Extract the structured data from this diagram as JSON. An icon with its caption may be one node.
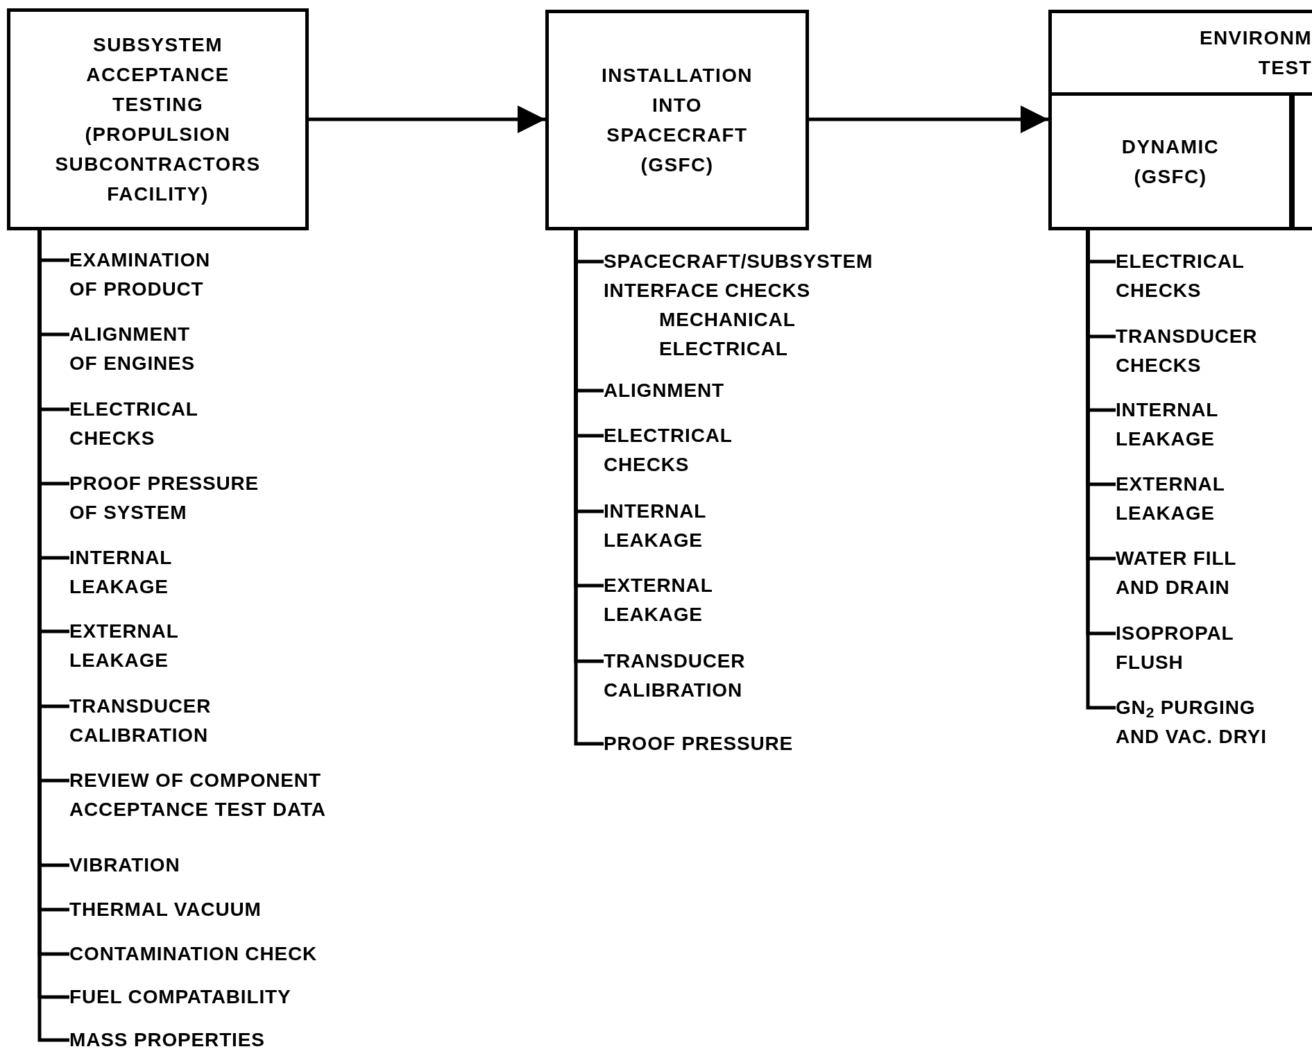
{
  "diagram": {
    "nodes": [
      {
        "text": [
          "SUBSYSTEM ACCEPTANCE TESTING (PROPULSION SUBCONTRACTORS FACILITY)"
        ]
      },
      {
        "text": [
          "INSTALLATION INTO SPACECRAFT (GSFC)"
        ]
      },
      {
        "text": [
          "ENVIRONM TEST"
        ]
      },
      {
        "text": [
          "DYNAMIC (GSFC)"
        ],
        "in": 2
      },
      {
        "text": [],
        "shape": "box",
        "in": 2
      },
      {
        "text": [
          "EXAMINATION OF PRODUCT"
        ]
      },
      {
        "text": [
          "ALIGNMENT OF ENGINES"
        ]
      },
      {
        "text": [
          "ELECTRICAL CHECKS"
        ]
      },
      {
        "text": [
          "PROOF PRESSURE OF SYSTEM"
        ]
      },
      {
        "text": [
          "INTERNAL LEAKAGE"
        ]
      },
      {
        "text": [
          "EXTERNAL LEAKAGE"
        ]
      },
      {
        "text": [
          "TRANSDUCER CALIBRATION"
        ]
      },
      {
        "text": [
          "REVIEW OF COMPONENT ACCEPTANCE TEST DATA"
        ]
      },
      {
        "text": [
          "VIBRATION"
        ]
      },
      {
        "text": [
          "THERMAL VACUUM"
        ]
      },
      {
        "text": [
          "CONTAMINATION CHECK"
        ]
      },
      {
        "text": [
          "FUEL COMPATABILITY"
        ]
      },
      {
        "text": [
          "MASS PROPERTIES"
        ]
      },
      {
        "text": [
          "SPACECRAFT/SUBSYSTEM INTERFACE CHECKS",
          "MECHANICAL",
          "ELECTRICAL"
        ]
      },
      {
        "text": [
          "ALIGNMENT"
        ]
      },
      {
        "text": [
          "ELECTRICAL CHECKS"
        ]
      },
      {
        "text": [
          "INTERNAL LEAKAGE"
        ]
      },
      {
        "text": [
          "EXTERNAL LEAKAGE"
        ]
      },
      {
        "text": [
          "TRANSDUCER CALIBRATION"
        ]
      },
      {
        "text": [
          "PROOF PRESSURE"
        ]
      },
      {
        "text": [
          "ELECTRICAL CHECKS"
        ]
      },
      {
        "text": [
          "TRANSDUCER CHECKS"
        ]
      },
      {
        "text": [
          "INTERNAL LEAKAGE"
        ]
      },
      {
        "text": [
          "EXTERNAL LEAKAGE"
        ]
      },
      {
        "text": [
          "WATER FILL AND DRAIN"
        ]
      },
      {
        "text": [
          "ISOPROPAL FLUSH"
        ]
      },
      {
        "text": [
          "GN$_{2}$ PURGING AND VAC. DRYI"
        ]
      }
    ],
    "edges": [
      {
        "from": 0,
        "to": 1,
        "arrow": "to"
      },
      {
        "from": 1,
        "to": 3,
        "arrow": "to"
      },
      {
        "from": 0,
        "to": 5,
        "arrow": "none"
      },
      {
        "from": 0,
        "to": 6,
        "arrow": "none"
      },
      {
        "from": 0,
        "to": 7,
        "arrow": "none"
      },
      {
        "from": 0,
        "to": 8,
        "arrow": "none"
      },
      {
        "from": 0,
        "to": 9,
        "arrow": "none"
      },
      {
        "from": 0,
        "to": 10,
        "arrow": "none"
      },
      {
        "from": 0,
        "to": 11,
        "arrow": "none"
      },
      {
        "from": 0,
        "to": 12,
        "arrow": "none"
      },
      {
        "from": 0,
        "to": 13,
        "arrow": "none"
      },
      {
        "from": 0,
        "to": 14,
        "arrow": "none"
      },
      {
        "from": 0,
        "to": 15,
        "arrow": "none"
      },
      {
        "from": 0,
        "to": 16,
        "arrow": "none"
      },
      {
        "from": 0,
        "to": 17,
        "arrow": "none"
      },
      {
        "from": 1,
        "to": 18,
        "arrow": "none"
      },
      {
        "from": 1,
        "to": 19,
        "arrow": "none"
      },
      {
        "from": 1,
        "to": 20,
        "arrow": "none"
      },
      {
        "from": 1,
        "to": 21,
        "arrow": "none"
      },
      {
        "from": 1,
        "to": 22,
        "arrow": "none"
      },
      {
        "from": 1,
        "to": 23,
        "arrow": "none"
      },
      {
        "from": 1,
        "to": 24,
        "arrow": "none"
      },
      {
        "from": 3,
        "to": 25,
        "arrow": "none"
      },
      {
        "from": 3,
        "to": 26,
        "arrow": "none"
      },
      {
        "from": 3,
        "to": 27,
        "arrow": "none"
      },
      {
        "from": 3,
        "to": 28,
        "arrow": "none"
      },
      {
        "from": 3,
        "to": 29,
        "arrow": "none"
      },
      {
        "from": 3,
        "to": 30,
        "arrow": "none"
      },
      {
        "from": 3,
        "to": 31,
        "arrow": "none"
      }
    ]
  }
}
